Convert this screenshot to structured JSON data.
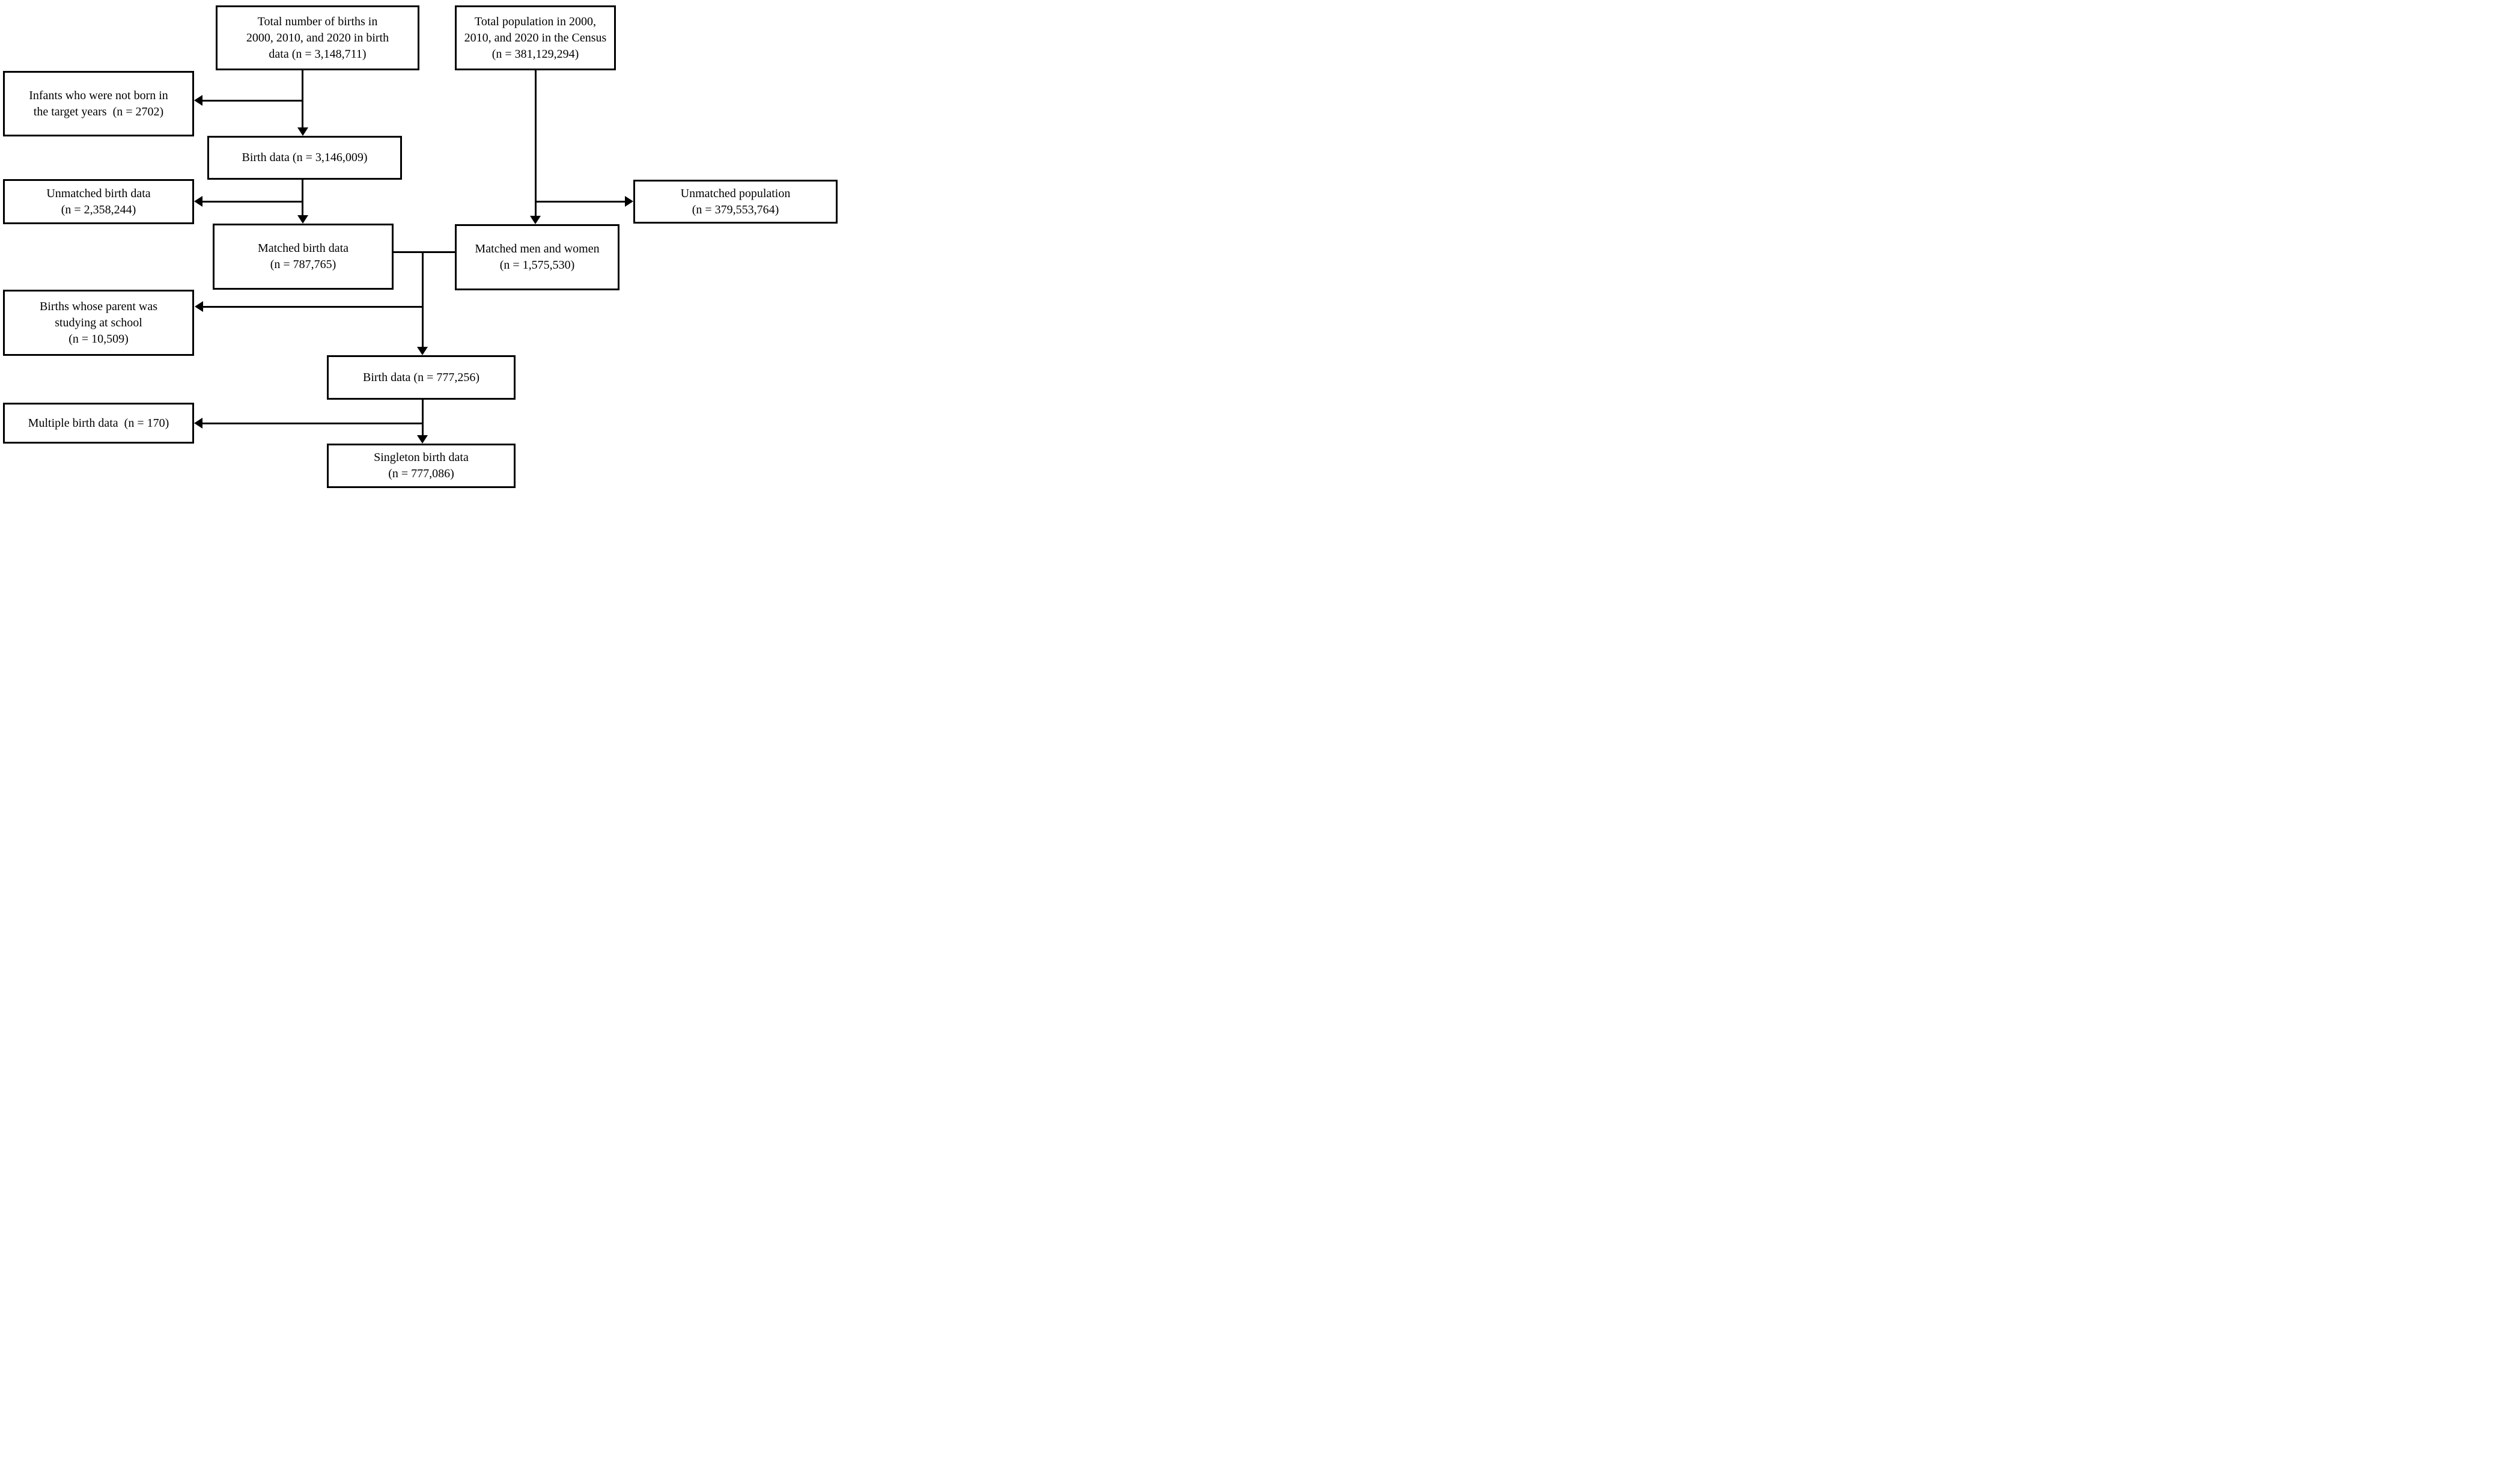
{
  "diagram": {
    "title": "Study population selection flowchart",
    "line_color": "#000000",
    "background_color": "#ffffff",
    "boxes": [
      {
        "id": "total-births",
        "text": "Total number of births in\n2000, 2010, and 2020 in birth\ndata (n = 3,148,711)"
      },
      {
        "id": "total-population",
        "text": "Total population in 2000,\n2010, and 2020 in the Census\n(n = 381,129,294)"
      },
      {
        "id": "infants-not-target-years",
        "text": "Infants who were not born in\nthe target years  (n = 2702)"
      },
      {
        "id": "birth-data-initial",
        "text": "Birth data (n = 3,146,009)"
      },
      {
        "id": "unmatched-birth-data",
        "text": "Unmatched birth data\n(n = 2,358,244)"
      },
      {
        "id": "matched-birth-data",
        "text": "Matched birth data\n(n = 787,765)"
      },
      {
        "id": "matched-men-women",
        "text": "Matched men and women\n(n = 1,575,530)"
      },
      {
        "id": "unmatched-population",
        "text": "Unmatched population\n(n = 379,553,764)"
      },
      {
        "id": "parent-studying",
        "text": "Births whose parent was\nstudying at school\n(n = 10,509)"
      },
      {
        "id": "birth-data-after-exclusion",
        "text": "Birth data (n = 777,256)"
      },
      {
        "id": "multiple-birth-data",
        "text": "Multiple birth data  (n = 170)"
      },
      {
        "id": "singleton-birth-data",
        "text": "Singleton birth data\n(n = 777,086)"
      }
    ]
  }
}
